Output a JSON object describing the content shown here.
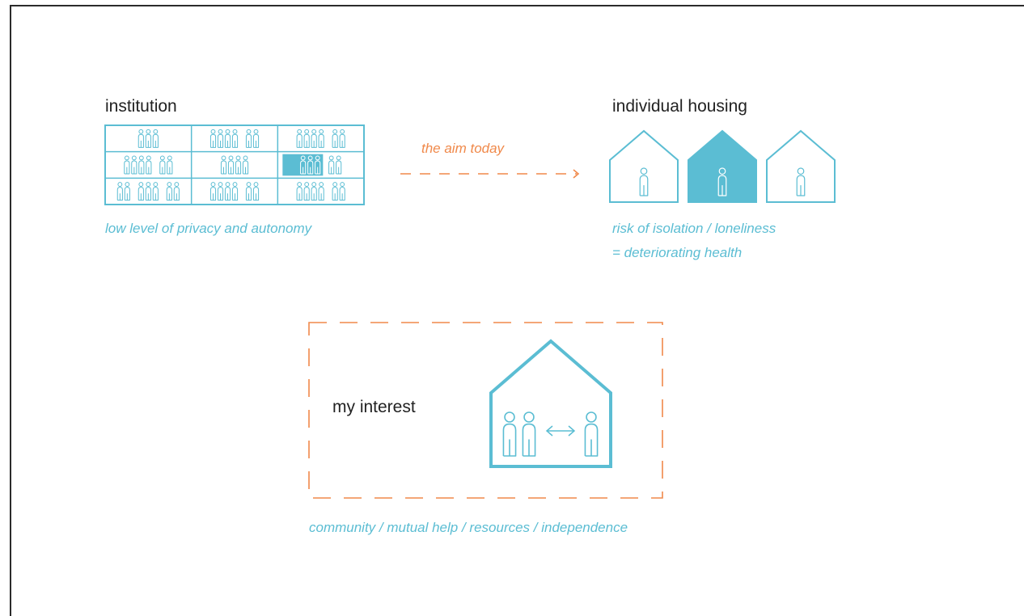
{
  "colors": {
    "accent_blue": "#5bbdd3",
    "accent_orange": "#f0894a",
    "text_dark": "#222222"
  },
  "institution": {
    "title": "institution",
    "caption": "low level of privacy and autonomy",
    "grid": [
      [
        [
          3
        ],
        [
          4,
          2
        ],
        [
          4,
          2
        ]
      ],
      [
        [
          4,
          2
        ],
        [
          4
        ],
        [
          3,
          2
        ]
      ],
      [
        [
          2,
          3,
          2
        ],
        [
          4,
          2
        ],
        [
          4,
          2
        ]
      ]
    ],
    "highlighted_room": {
      "row": 1,
      "col": 2
    }
  },
  "transition": {
    "label": "the aim today",
    "arrow_icon": "dashed-arrow-right-icon"
  },
  "individual_housing": {
    "title": "individual housing",
    "caption_line1": "risk of isolation / loneliness",
    "caption_line2": "= deteriorating health",
    "houses": [
      {
        "filled": false
      },
      {
        "filled": true
      },
      {
        "filled": false
      }
    ]
  },
  "interest": {
    "title": "my interest",
    "caption": "community / mutual help / resources / independence",
    "exchange_icon": "double-arrow-icon"
  }
}
